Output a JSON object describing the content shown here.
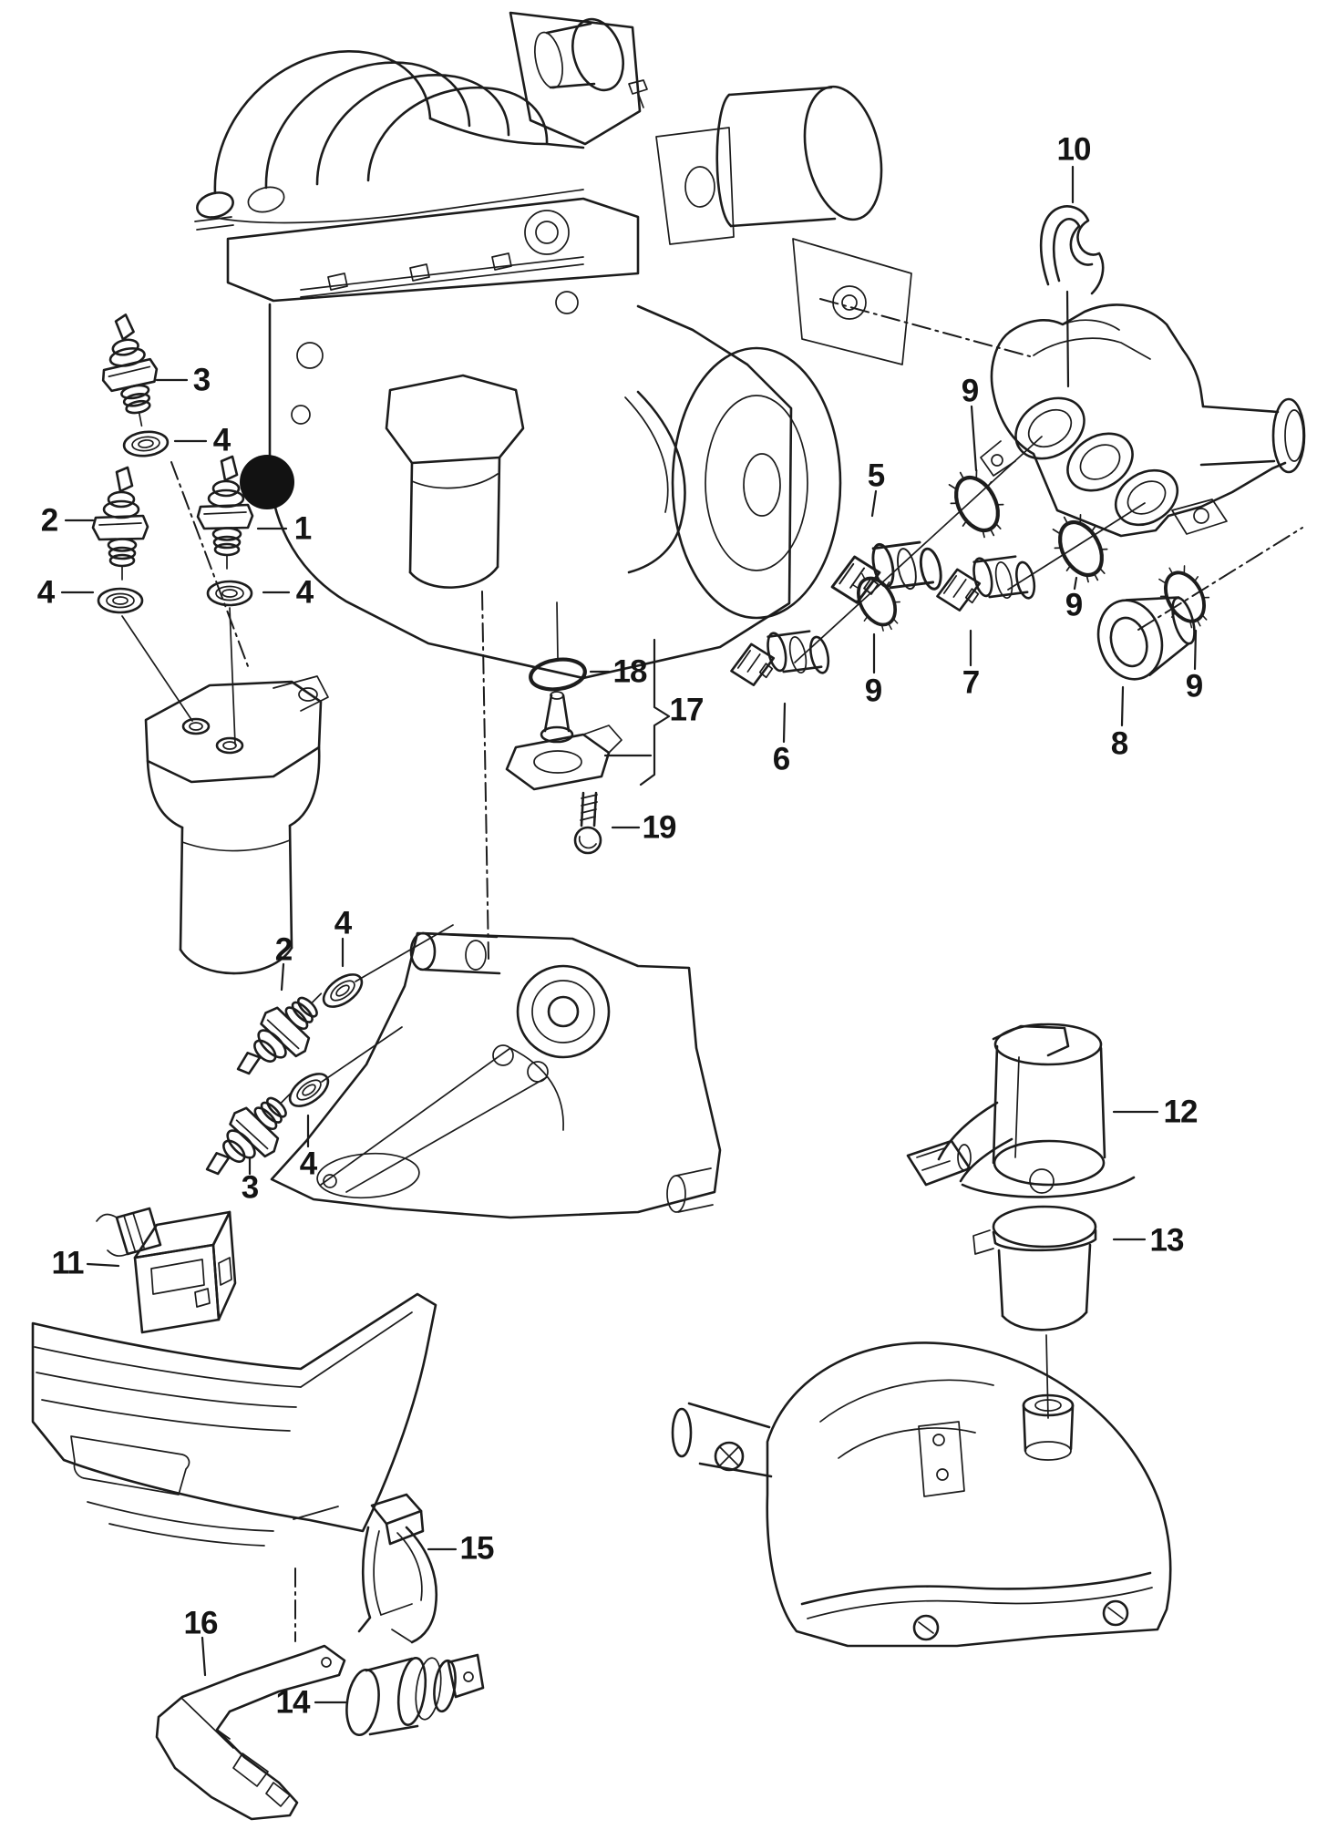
{
  "figure": {
    "kind": "exploded-parts-diagram",
    "background_color": "#ffffff",
    "line_color": "#1c1c1c",
    "highlight_dot_color": "#121212"
  },
  "callouts": {
    "n1": {
      "label": "1"
    },
    "n2a": {
      "label": "2"
    },
    "n2b": {
      "label": "2"
    },
    "n3a": {
      "label": "3"
    },
    "n3b": {
      "label": "3"
    },
    "n4a": {
      "label": "4"
    },
    "n4b": {
      "label": "4"
    },
    "n4c": {
      "label": "4"
    },
    "n4d": {
      "label": "4"
    },
    "n4e": {
      "label": "4"
    },
    "n5": {
      "label": "5"
    },
    "n6": {
      "label": "6"
    },
    "n7": {
      "label": "7"
    },
    "n8": {
      "label": "8"
    },
    "n9a": {
      "label": "9"
    },
    "n9b": {
      "label": "9"
    },
    "n9c": {
      "label": "9"
    },
    "n9d": {
      "label": "9"
    },
    "n10": {
      "label": "10"
    },
    "n11": {
      "label": "11"
    },
    "n12": {
      "label": "12"
    },
    "n13": {
      "label": "13"
    },
    "n14": {
      "label": "14"
    },
    "n15": {
      "label": "15"
    },
    "n16": {
      "label": "16"
    },
    "n17": {
      "label": "17"
    },
    "n18": {
      "label": "18"
    },
    "n19": {
      "label": "19"
    }
  }
}
